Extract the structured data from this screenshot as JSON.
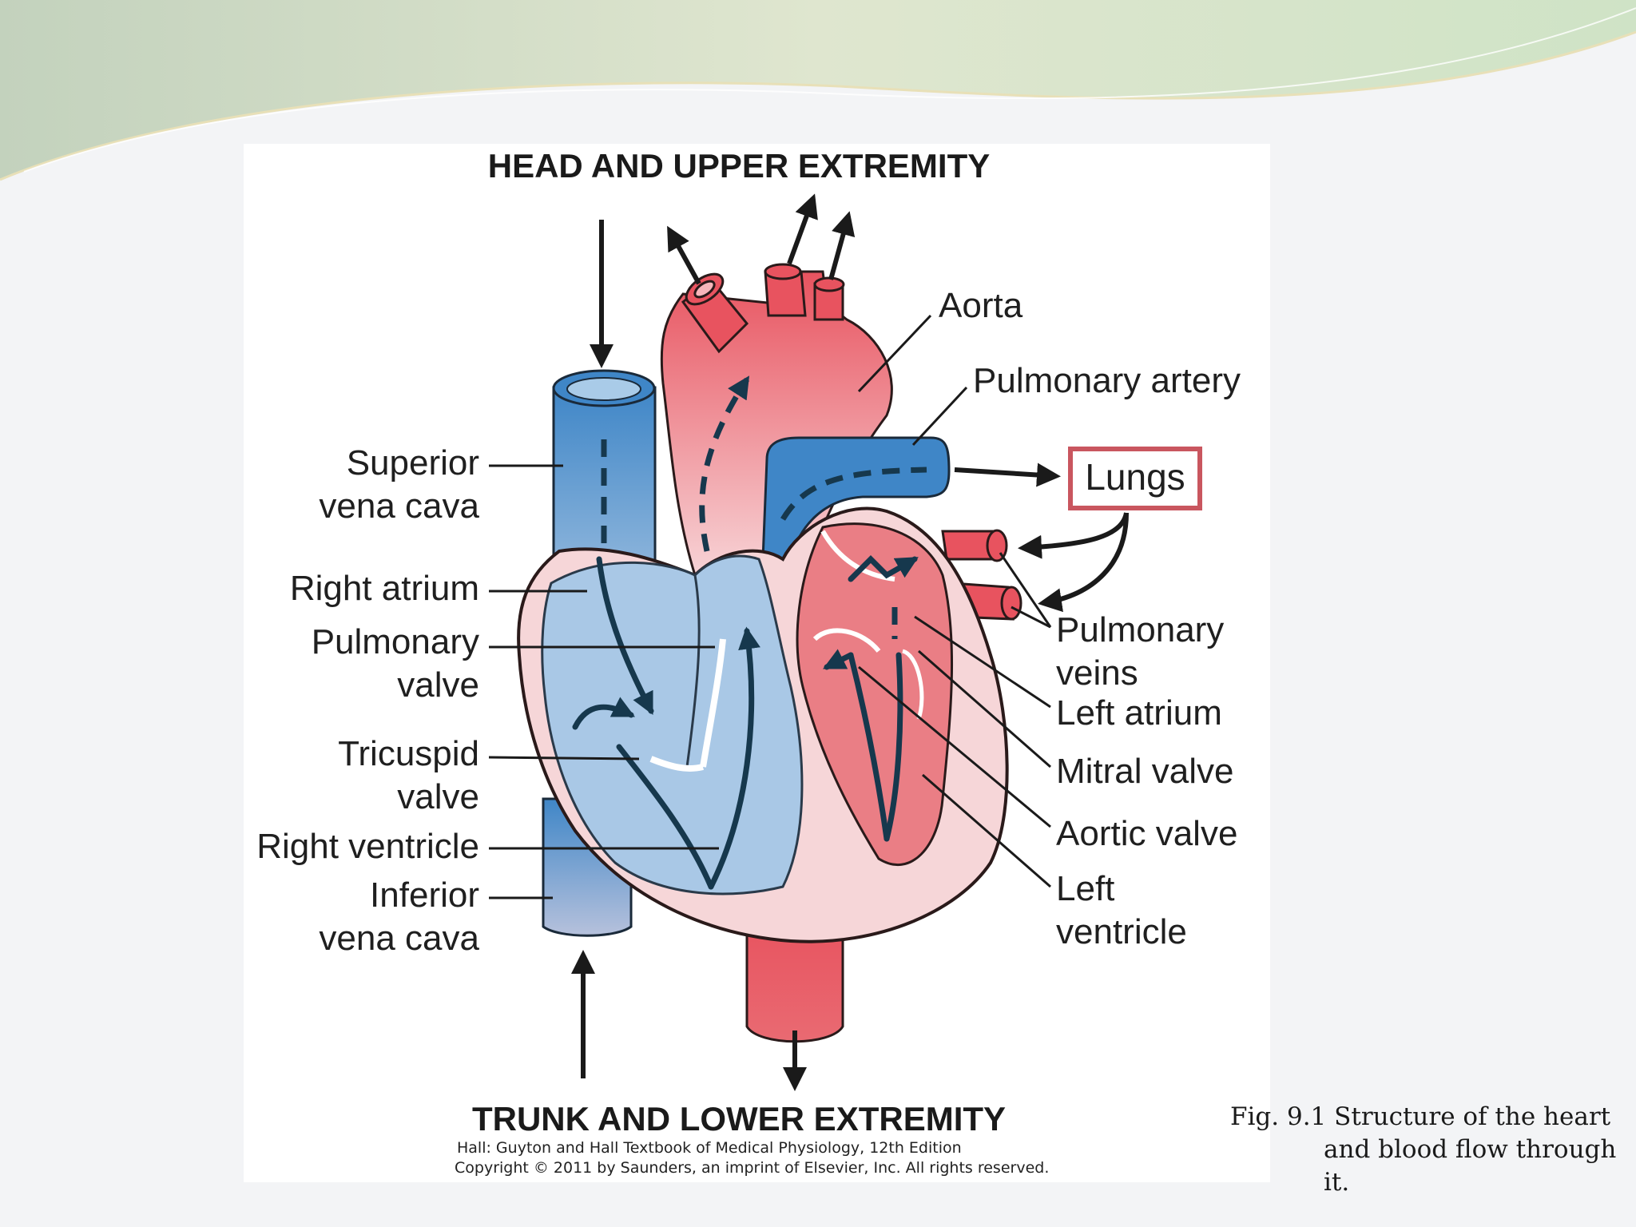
{
  "diagram": {
    "top_heading": "HEAD AND UPPER EXTREMITY",
    "bottom_heading": "TRUNK AND LOWER EXTREMITY",
    "lungs_box": "Lungs",
    "labels_left": {
      "superior_1": "Superior",
      "superior_2": "vena cava",
      "right_atrium": "Right atrium",
      "pulmonary_valve_1": "Pulmonary",
      "pulmonary_valve_2": "valve",
      "tricuspid_1": "Tricuspid",
      "tricuspid_2": "valve",
      "right_ventricle": "Right ventricle",
      "inferior_1": "Inferior",
      "inferior_2": "vena cava"
    },
    "labels_right": {
      "aorta": "Aorta",
      "pulmonary_artery": "Pulmonary artery",
      "pulmonary_veins_1": "Pulmonary",
      "pulmonary_veins_2": "veins",
      "left_atrium": "Left atrium",
      "mitral_valve": "Mitral valve",
      "aortic_valve": "Aortic valve",
      "left_ventricle_1": "Left",
      "left_ventricle_2": "ventricle"
    },
    "credit_1": "Hall: Guyton and Hall Textbook of Medical Physiology, 12th Edition",
    "credit_2": "Copyright © 2011 by Saunders, an imprint of Elsevier, Inc. All rights reserved."
  },
  "caption": {
    "line_1": "Fig. 9.1  Structure of the heart",
    "line_2": "and blood flow through",
    "line_3": "it."
  },
  "colors": {
    "oxygenated_red": "#e8535f",
    "deoxygenated_blue": "#3f86c7",
    "light_blue": "#a9c8e6",
    "pale_pink": "#f6d6d8",
    "lungs_border": "#c9565f"
  }
}
